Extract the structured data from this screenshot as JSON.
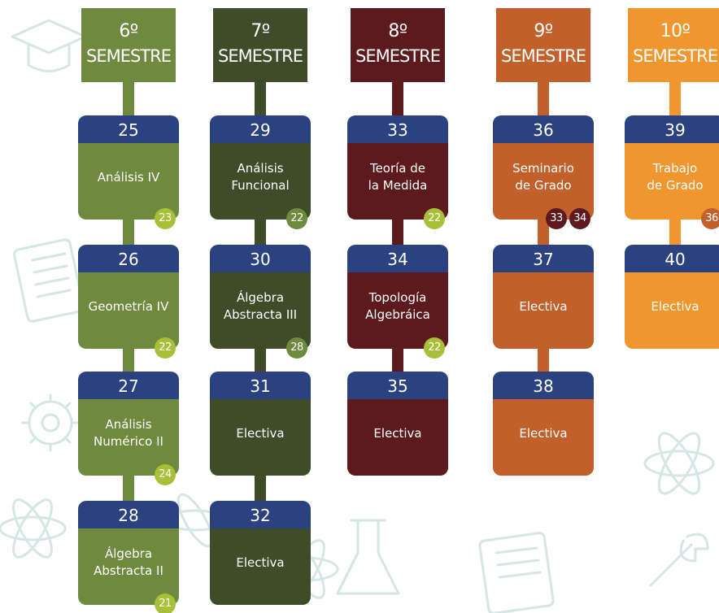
{
  "colors": {
    "number_bar": "#2b4180",
    "background_icons": "#d6e6e4"
  },
  "semesters": [
    {
      "number": "6º",
      "label": "SEMESTRE",
      "color": "#6f8a3e",
      "prereq_color": "#a8bf38",
      "courses": [
        {
          "number": "25",
          "name": "Análisis IV",
          "prereqs": [
            "23"
          ]
        },
        {
          "number": "26",
          "name": "Geometría IV",
          "prereqs": [
            "22"
          ]
        },
        {
          "number": "27",
          "name": "Análisis\nNumérico II",
          "prereqs": [
            "24"
          ]
        },
        {
          "number": "28",
          "name": "Álgebra\nAbstracta II",
          "prereqs": [
            "21"
          ]
        }
      ]
    },
    {
      "number": "7º",
      "label": "SEMESTRE",
      "color": "#3f4c2a",
      "prereq_color": "#6e8a3c",
      "courses": [
        {
          "number": "29",
          "name": "Análisis\nFuncional",
          "prereqs": [
            "22"
          ]
        },
        {
          "number": "30",
          "name": "Álgebra\nAbstracta III",
          "prereqs": [
            "28"
          ]
        },
        {
          "number": "31",
          "name": "Electiva",
          "prereqs": []
        },
        {
          "number": "32",
          "name": "Electiva",
          "prereqs": []
        }
      ]
    },
    {
      "number": "8º",
      "label": "SEMESTRE",
      "color": "#5c1a1e",
      "prereq_color": "#a8bf38",
      "courses": [
        {
          "number": "33",
          "name": "Teoría de\nla Medida",
          "prereqs": [
            "22"
          ]
        },
        {
          "number": "34",
          "name": "Topología\nAlgebráica",
          "prereqs": [
            "22"
          ]
        },
        {
          "number": "35",
          "name": "Electiva",
          "prereqs": []
        }
      ]
    },
    {
      "number": "9º",
      "label": "SEMESTRE",
      "color": "#c2602c",
      "prereq_color": "#5c1a1e",
      "courses": [
        {
          "number": "36",
          "name": "Seminario\nde Grado",
          "prereqs": [
            "33",
            "34"
          ]
        },
        {
          "number": "37",
          "name": "Electiva",
          "prereqs": []
        },
        {
          "number": "38",
          "name": "Electiva",
          "prereqs": []
        }
      ]
    },
    {
      "number": "10º",
      "label": "SEMESTRE",
      "color": "#f0962e",
      "prereq_color": "#c2602c",
      "courses": [
        {
          "number": "39",
          "name": "Trabajo\nde Grado",
          "prereqs": [
            "36"
          ]
        },
        {
          "number": "40",
          "name": "Electiva",
          "prereqs": []
        }
      ]
    }
  ]
}
